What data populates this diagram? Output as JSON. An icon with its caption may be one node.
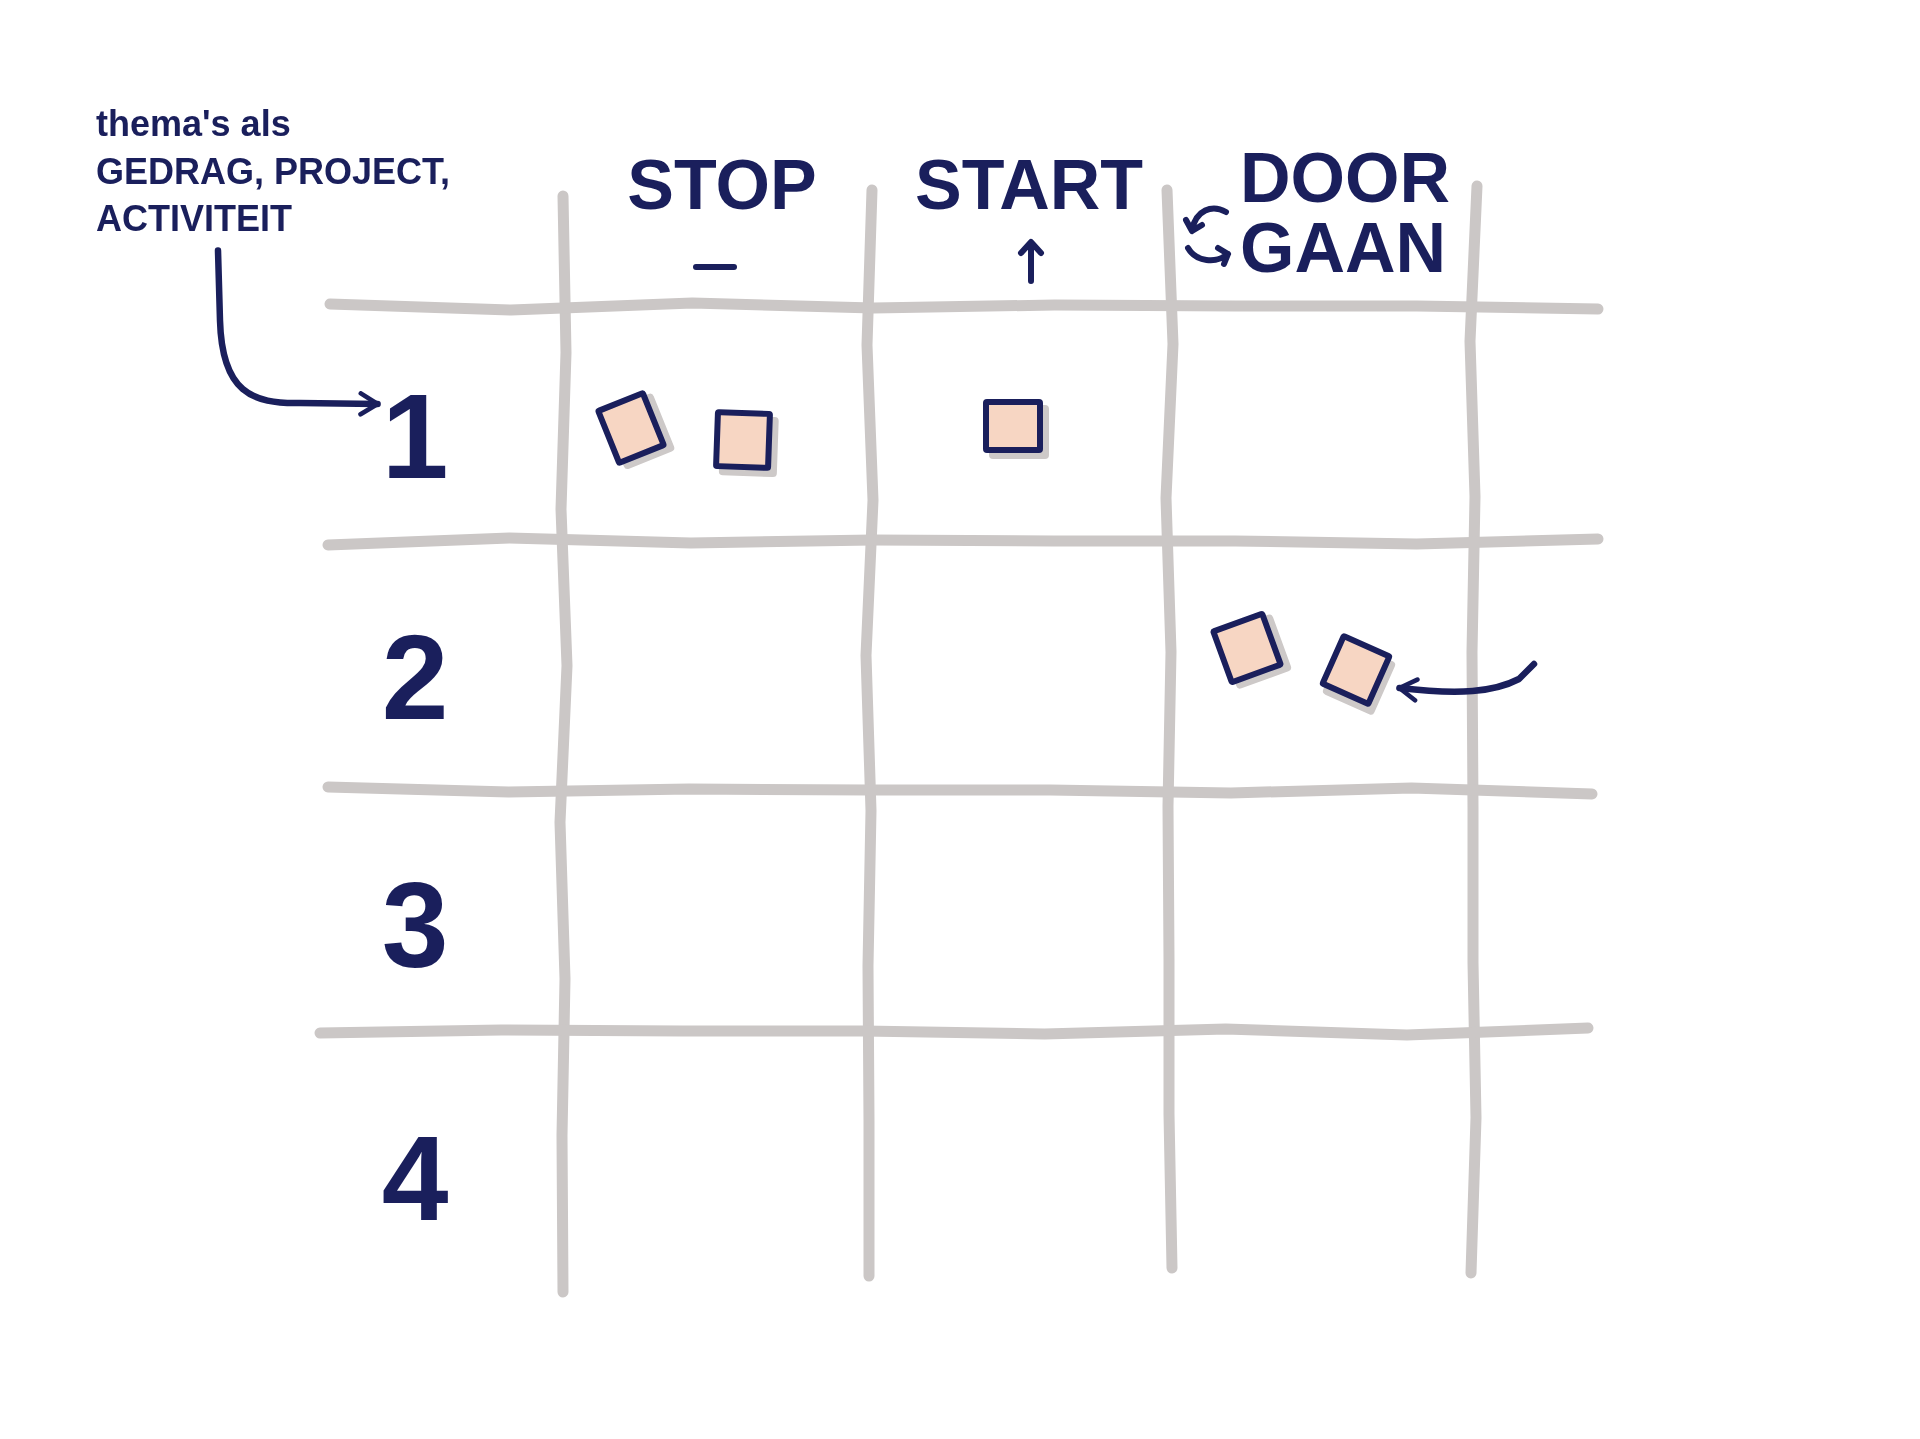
{
  "diagram": {
    "nodes": [
      {
        "text": [
          "thema's als GEDRAG, PROJECT, ACTIVITEIT"
        ]
      },
      {
        "text": [
          "1"
        ]
      },
      {
        "text": [],
        "shape": "box"
      },
      {
        "text": [],
        "shape": "box"
      },
      {
        "text": [],
        "shape": "box"
      },
      {
        "text": [],
        "shape": "box"
      },
      {
        "text": [],
        "shape": "box"
      }
    ],
    "edges": [
      {
        "from": 0,
        "to": 1,
        "arrow": "to"
      },
      {
        "from": null,
        "to": 6,
        "arrow": "to"
      }
    ],
    "labels": [
      "STOP",
      "START",
      "DOOR GAAN",
      "2",
      "3",
      "4"
    ]
  }
}
